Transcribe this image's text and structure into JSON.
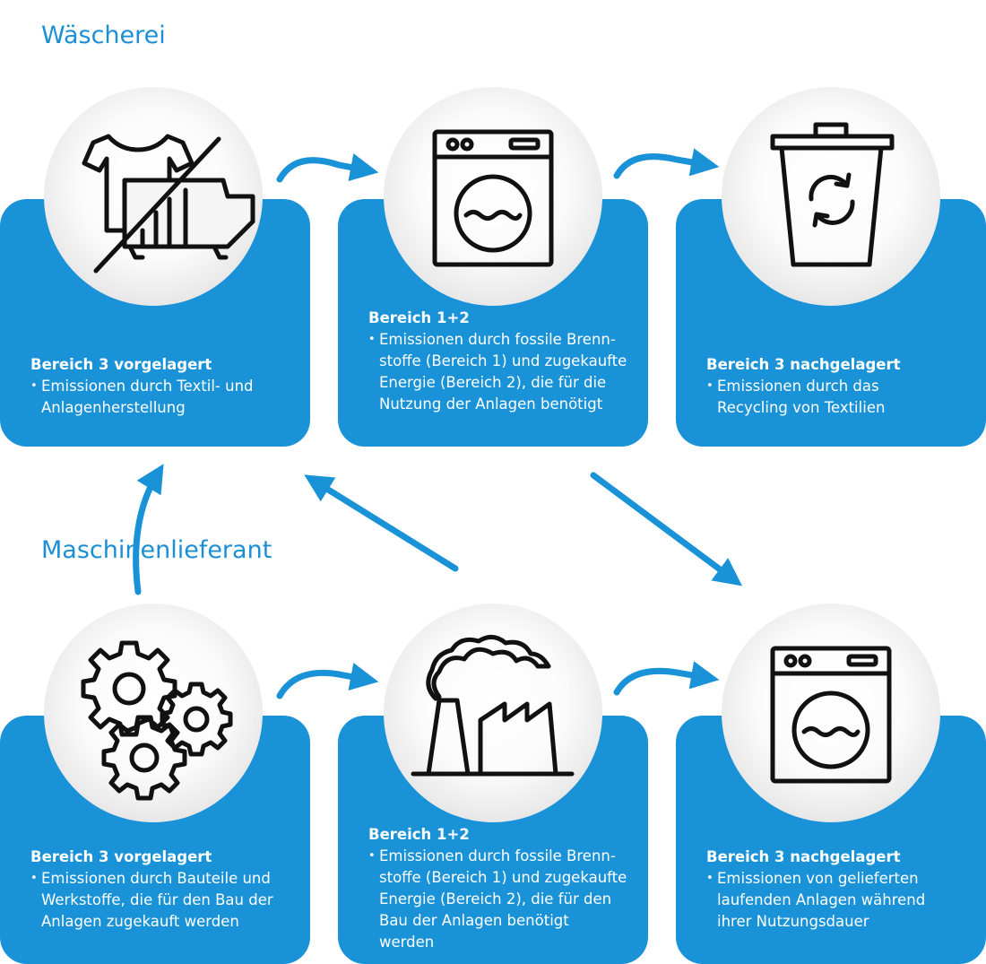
{
  "sections": {
    "laundry": "Wäscherei",
    "supplier": "Maschinenlieferant"
  },
  "cards": {
    "laundry_upstream": {
      "heading": "Bereich 3 vorgelagert",
      "bullet": "Emissionen durch Textil- und Anlagenherstellung"
    },
    "laundry_scope12": {
      "heading": "Bereich 1+2",
      "bullet": "Emissionen durch fossile Brenn-stoffe (Bereich 1) und zugekaufte Energie (Bereich 2), die für die Nutzung der Anlagen benötigt"
    },
    "laundry_downstream": {
      "heading": "Bereich 3 nachgelagert",
      "bullet": "Emissionen durch das Recycling von Textilien"
    },
    "supplier_upstream": {
      "heading": "Bereich 3 vorgelagert",
      "bullet": "Emissionen durch Bauteile und Werkstoffe, die für den Bau der Anlagen zugekauft werden"
    },
    "supplier_scope12": {
      "heading": "Bereich 1+2",
      "bullet": "Emissionen durch fossile Brenn-stoffe (Bereich 1) und zugekaufte Energie (Bereich 2), die für den Bau der Anlagen benötigt werden"
    },
    "supplier_downstream": {
      "heading": "Bereich 3 nachgelagert",
      "bullet": "Emissionen von gelieferten laufenden Anlagen während ihrer Nutzungsdauer"
    }
  },
  "icons": {
    "laundry_upstream": "tshirt-and-machine-crossed-icon",
    "laundry_scope12": "washing-machine-icon",
    "laundry_downstream": "recycling-bin-icon",
    "supplier_upstream": "gears-icon",
    "supplier_scope12": "factory-icon",
    "supplier_downstream": "washing-machine-icon"
  },
  "colors": {
    "accent": "#1992d8",
    "title": "#1b8fd6"
  }
}
